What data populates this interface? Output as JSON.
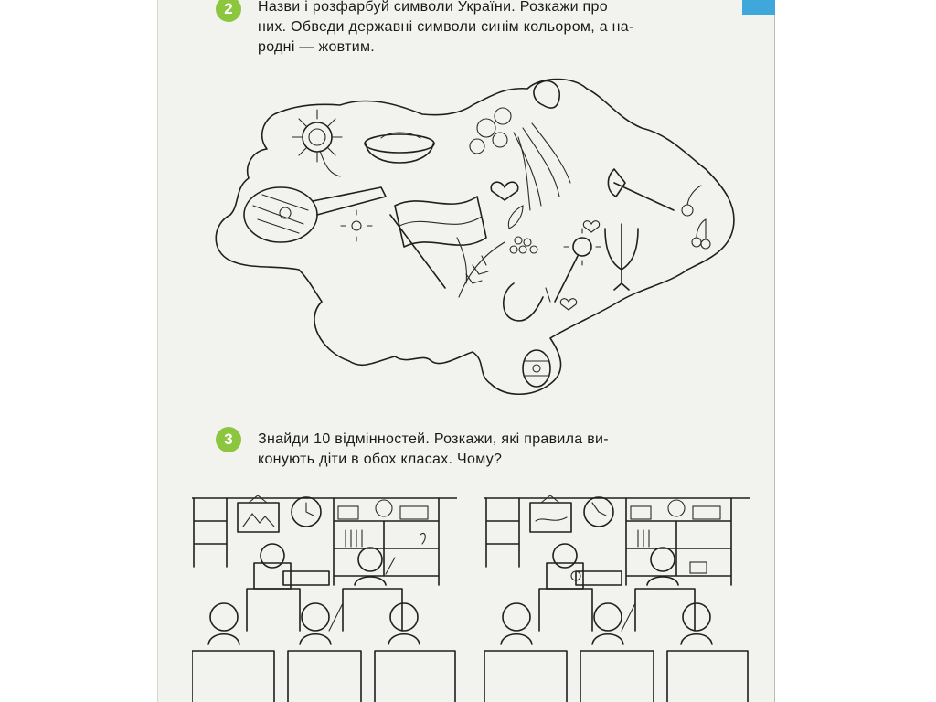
{
  "task2": {
    "number": "2",
    "lines": [
      "Назви і розфарбуй символи України. Розкажи про",
      "них. Обведи державні символи синім кольором, а на-",
      "родні — жовтим."
    ]
  },
  "task3": {
    "number": "3",
    "lines": [
      "Знайди 10 відмінностей. Розкажи, які правила ви-",
      "конують діти в обох класах. Чому?"
    ]
  },
  "icons": [
    "sunflower-icon",
    "bowl-icon",
    "flowers-wreath-icon",
    "garlic-icon",
    "bandura-icon",
    "flag-icon",
    "trident-icon",
    "viburnum-icon",
    "wheat-icon",
    "necklace-icon",
    "mace-icon",
    "axe-icon",
    "cherries-icon",
    "easter-egg-icon",
    "heart-icon"
  ],
  "colors": {
    "badge": "#8cc63f",
    "corner_tab": "#3fa7d9",
    "page": "#f2f3ee"
  }
}
